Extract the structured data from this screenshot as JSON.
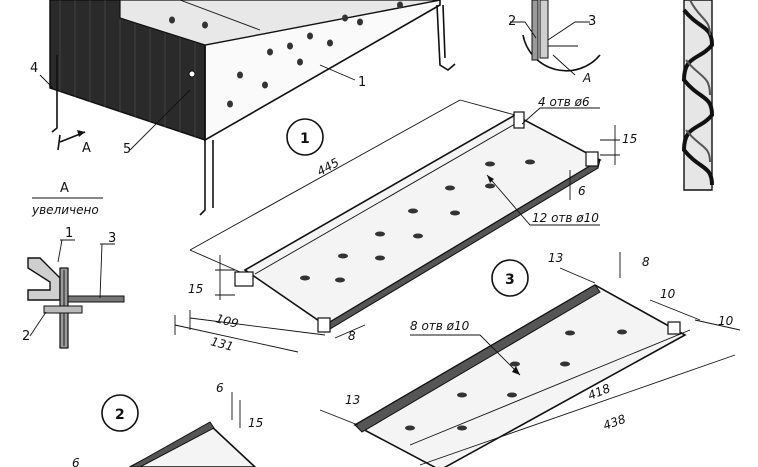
{
  "callouts": {
    "num_1": "1",
    "num_2": "2",
    "num_3": "3",
    "num_4": "4",
    "num_5": "5",
    "letter_a": "A"
  },
  "detail": {
    "title": "A",
    "subtitle": "увеличено",
    "label_1": "1",
    "label_2": "2",
    "label_3": "3"
  },
  "top_detail": {
    "label_2": "2",
    "label_3": "3",
    "label_a": "A"
  },
  "parts": {
    "part_1": "1",
    "part_2": "2",
    "part_3": "3"
  },
  "dimensions": {
    "d445": "445",
    "d15a": "15",
    "d6a": "6",
    "holes4": "4 отв ø6",
    "holes12": "12 отв ø10",
    "d15b": "15",
    "d109": "109",
    "d131": "131",
    "d8a": "8",
    "d13a": "13",
    "d8b": "8",
    "d10a": "10",
    "d10b": "10",
    "holes8": "8 отв ø10",
    "d418": "418",
    "d438": "438",
    "d13b": "13",
    "d6b": "6",
    "d15c": "15",
    "d6c": "6"
  }
}
